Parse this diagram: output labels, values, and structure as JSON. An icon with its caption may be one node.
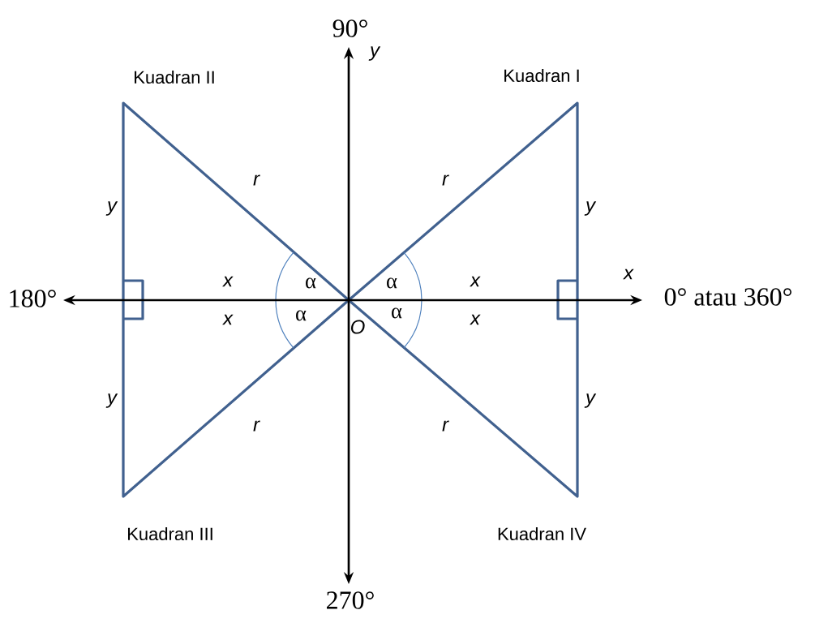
{
  "diagram": {
    "labels": [
      "90°",
      "y",
      "Kuadran II",
      "Kuadran I",
      "r",
      "r",
      "y",
      "y",
      "x",
      "x",
      "α",
      "α",
      "x",
      "180°",
      "0° atau 360°",
      "x",
      "α",
      "α",
      "x",
      "O",
      "y",
      "y",
      "r",
      "r",
      "Kuadran III",
      "Kuadran IV",
      "270°"
    ]
  }
}
